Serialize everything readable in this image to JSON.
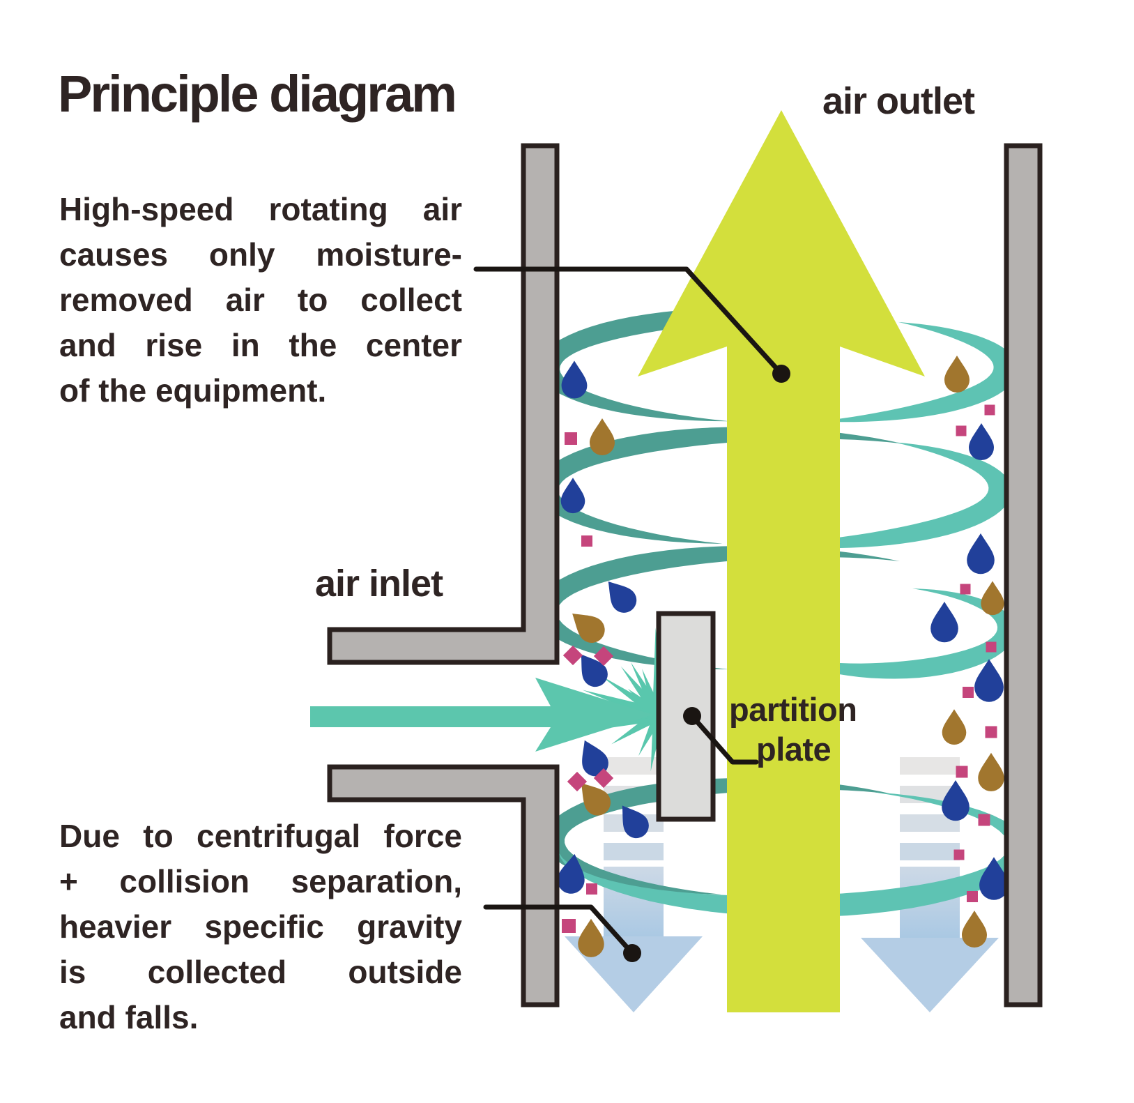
{
  "title": "Principle diagram",
  "labels": {
    "air_outlet": "air outlet",
    "air_inlet": "air inlet",
    "partition_line1": "partition",
    "partition_line2": "plate"
  },
  "paragraph_top": {
    "lines": [
      "High-speed rotating air",
      "causes only moisture-",
      "removed air to collect",
      "and rise in the center",
      "of the equipment."
    ]
  },
  "paragraph_bottom": {
    "lines": [
      "Due to centrifugal force",
      "+ collision separation,",
      "heavier specific gravity",
      "is collected outside",
      "and falls."
    ]
  },
  "colors": {
    "text": "#2e2423",
    "outline": "#2a211f",
    "wall_fill": "#b5b2b0",
    "plate_fill": "#dcdcda",
    "arrow_up_yellow": "#d3df3c",
    "inlet_mint": "#5cc6ad",
    "burst_mint": "#59c7ad",
    "swirl_dark": "#4d9e92",
    "swirl_light": "#5ec3b3",
    "drop_blue": "#21409a",
    "drop_brown": "#a1762e",
    "square_pink": "#c5457c",
    "down_stripe_1": "#e7e6e5",
    "down_stripe_2": "#dfe1e3",
    "down_stripe_3": "#d5dde5",
    "down_stripe_4": "#cad8e5",
    "down_shaft_top": "#cdd9e6",
    "down_shaft_bottom": "#a9c8e3",
    "down_head": "#b4cde5",
    "callout": "#1a1512"
  }
}
